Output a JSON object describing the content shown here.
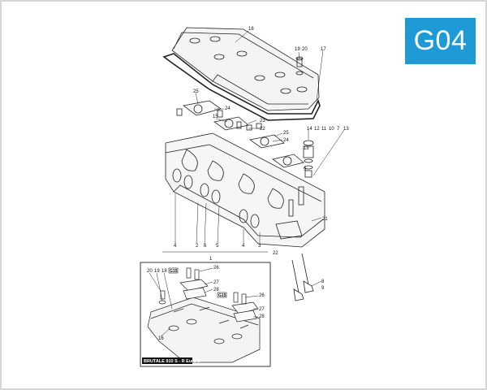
{
  "badge": {
    "code": "G04"
  },
  "callouts": {
    "c1": "16",
    "c2": "19",
    "c3": "20",
    "c4": "17",
    "c5": "25",
    "c6": "24",
    "c7": "15",
    "c8": "23",
    "c9": "22",
    "c10": "25",
    "c11": "24",
    "c12": "14",
    "c13": "12",
    "c14": "11",
    "c15": "10",
    "c16": "7",
    "c17": "13",
    "c18": "18",
    "c19": "9",
    "c20": "21",
    "c21": "4",
    "c22": "2",
    "c23": "6",
    "c24": "5",
    "c25": "4",
    "c26": "3",
    "c27": "1",
    "c28": "22",
    "c29": "8",
    "c30": "9"
  },
  "inset": {
    "label": "BRUTALE 910 S - R Euro 3",
    "callouts": {
      "i1": "20",
      "i2": "19",
      "i3": "18",
      "i4": "G15",
      "i5": "26",
      "i6": "27",
      "i7": "28",
      "i8": "G15",
      "i9": "26",
      "i10": "27",
      "i11": "28",
      "i12": "16"
    }
  }
}
